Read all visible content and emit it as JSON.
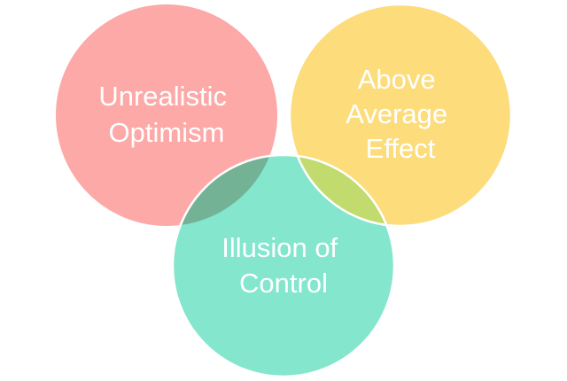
{
  "diagram": {
    "type": "venn",
    "sets": [
      {
        "id": "unrealistic-optimism",
        "lines": [
          "Unrealistic",
          "Optimism"
        ],
        "color": "#FCA9A8"
      },
      {
        "id": "above-average-effect",
        "lines": [
          "Above",
          "Average",
          "Effect"
        ],
        "color": "#FDDC7C"
      },
      {
        "id": "illusion-of-control",
        "lines": [
          "Illusion of",
          "Control"
        ],
        "color": "#83E6CD"
      }
    ],
    "overlap_colors": {
      "optimism_control": "#74B295",
      "average_control": "#C1DB6E"
    },
    "outline_color": "#ffffff"
  }
}
